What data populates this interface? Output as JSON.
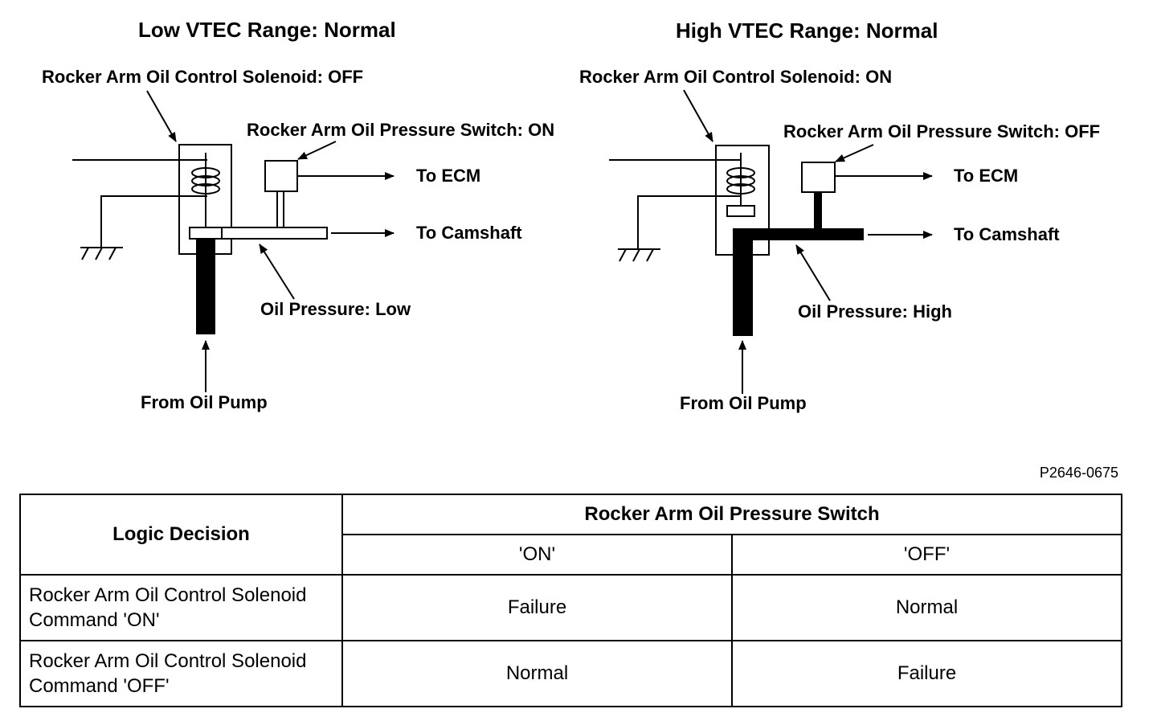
{
  "low": {
    "title": "Low VTEC Range: Normal",
    "solenoid_label": "Rocker Arm Oil Control Solenoid: OFF",
    "switch_label": "Rocker Arm Oil Pressure Switch: ON",
    "to_ecm": "To ECM",
    "to_camshaft": "To Camshaft",
    "oil_pressure": "Oil Pressure: Low",
    "from_pump": "From Oil Pump"
  },
  "high": {
    "title": "High VTEC Range: Normal",
    "solenoid_label": "Rocker Arm Oil Control Solenoid: ON",
    "switch_label": "Rocker Arm Oil Pressure Switch: OFF",
    "to_ecm": "To ECM",
    "to_camshaft": "To Camshaft",
    "oil_pressure": "Oil Pressure: High",
    "from_pump": "From Oil Pump"
  },
  "figure_ref": "P2646-0675",
  "table": {
    "corner": "Logic Decision",
    "group_header": "Rocker Arm Oil Pressure Switch",
    "columns": [
      "'ON'",
      "'OFF'"
    ],
    "rows": [
      {
        "line1": "Rocker Arm Oil Control Solenoid",
        "line2": "Command 'ON'",
        "values": [
          "Failure",
          "Normal"
        ]
      },
      {
        "line1": "Rocker Arm Oil Control Solenoid",
        "line2": "Command 'OFF'",
        "values": [
          "Normal",
          "Failure"
        ]
      }
    ]
  }
}
